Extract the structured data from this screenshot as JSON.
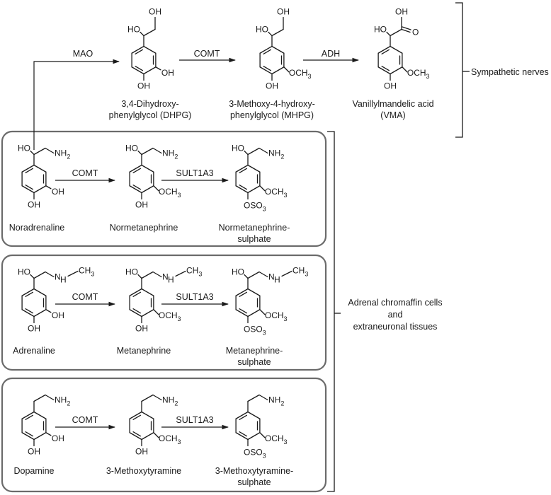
{
  "enzymes": {
    "mao": "MAO",
    "comt": "COMT",
    "adh": "ADH",
    "sult": "SULT1A3"
  },
  "compounds": {
    "dhpg": [
      "3,4-Dihydroxy-",
      "phenylglycol (DHPG)"
    ],
    "mhpg": [
      "3-Methoxy-4-hydroxy-",
      "phenylglycol (MHPG)"
    ],
    "vma": [
      "Vanillylmandelic acid",
      "(VMA)"
    ],
    "noradrenaline": [
      "Noradrenaline"
    ],
    "normetanephrine": [
      "Normetanephrine"
    ],
    "normetanephrine_sulphate": [
      "Normetanephrine-",
      "sulphate"
    ],
    "adrenaline": [
      "Adrenaline"
    ],
    "metanephrine": [
      "Metanephrine"
    ],
    "metanephrine_sulphate": [
      "Metanephrine-",
      "sulphate"
    ],
    "dopamine": [
      "Dopamine"
    ],
    "methoxytyramine": [
      "3-Methoxytyramine"
    ],
    "methoxytyramine_sulphate": [
      "3-Methoxytyramine-",
      "sulphate"
    ]
  },
  "groups": {
    "sympathetic": [
      "Sympathetic nerves"
    ],
    "adrenal": [
      "Adrenal chromaffin cells",
      "and",
      "extraneuronal tissues"
    ]
  },
  "atoms": {
    "OH": "OH",
    "HO": "HO",
    "OCH": "OCH",
    "OSO": "OSO",
    "NH": "NH",
    "N_H": "N",
    "CH": "CH",
    "O": "O",
    "sub2": "2",
    "sub3": "3"
  }
}
